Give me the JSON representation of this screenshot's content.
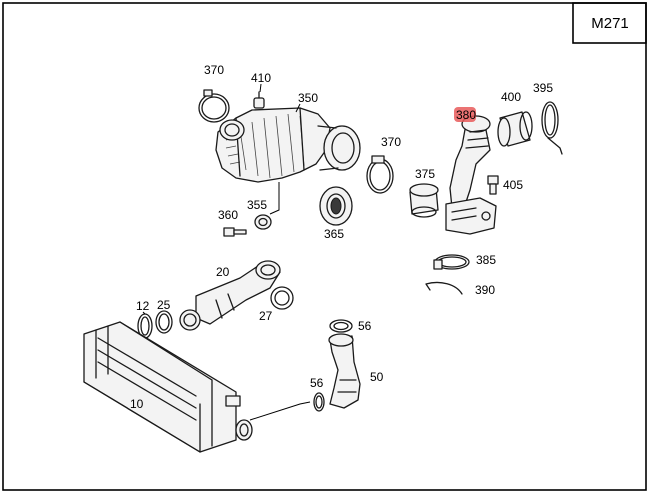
{
  "model_code": "M271",
  "highlight_color": "#e85a5a",
  "parts": [
    {
      "id": "p370a",
      "label": "370"
    },
    {
      "id": "p410",
      "label": "410"
    },
    {
      "id": "p350",
      "label": "350"
    },
    {
      "id": "p370b",
      "label": "370"
    },
    {
      "id": "p360",
      "label": "360"
    },
    {
      "id": "p355",
      "label": "355"
    },
    {
      "id": "p365",
      "label": "365"
    },
    {
      "id": "p375",
      "label": "375"
    },
    {
      "id": "p380",
      "label": "380",
      "highlighted": true
    },
    {
      "id": "p400",
      "label": "400"
    },
    {
      "id": "p395",
      "label": "395"
    },
    {
      "id": "p405",
      "label": "405"
    },
    {
      "id": "p385",
      "label": "385"
    },
    {
      "id": "p390",
      "label": "390"
    },
    {
      "id": "p20",
      "label": "20"
    },
    {
      "id": "p12",
      "label": "12"
    },
    {
      "id": "p25",
      "label": "25"
    },
    {
      "id": "p27",
      "label": "27"
    },
    {
      "id": "p56a",
      "label": "56"
    },
    {
      "id": "p50",
      "label": "50"
    },
    {
      "id": "p56b",
      "label": "56"
    },
    {
      "id": "p10",
      "label": "10"
    }
  ]
}
